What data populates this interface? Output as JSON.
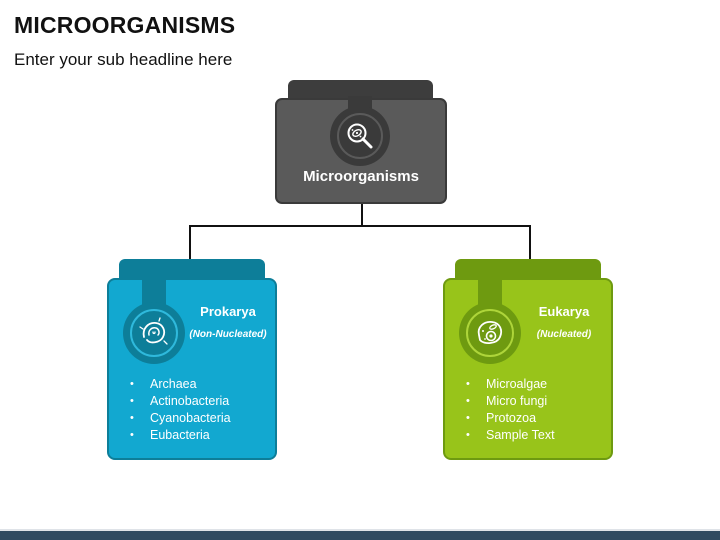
{
  "header": {
    "title": "MICROORGANISMS",
    "subtitle": "Enter your sub headline here"
  },
  "root": {
    "label": "Microorganisms",
    "icon": "magnifier-microbe-icon",
    "color": "#5a5a5a"
  },
  "prokarya": {
    "title": "Prokarya",
    "subtitle": "(Non-Nucleated)",
    "icon": "bacterium-icon",
    "color": "#12a8d0",
    "dark_color": "#0d7e99",
    "items": [
      "Archaea",
      "Actinobacteria",
      "Cyanobacteria",
      "Eubacteria"
    ]
  },
  "eukarya": {
    "title": "Eukarya",
    "subtitle": "(Nucleated)",
    "icon": "cell-icon",
    "color": "#98c41a",
    "dark_color": "#6e9a10",
    "items": [
      "Microalgae",
      "Micro fungi",
      "Protozoa",
      "Sample Text"
    ]
  }
}
